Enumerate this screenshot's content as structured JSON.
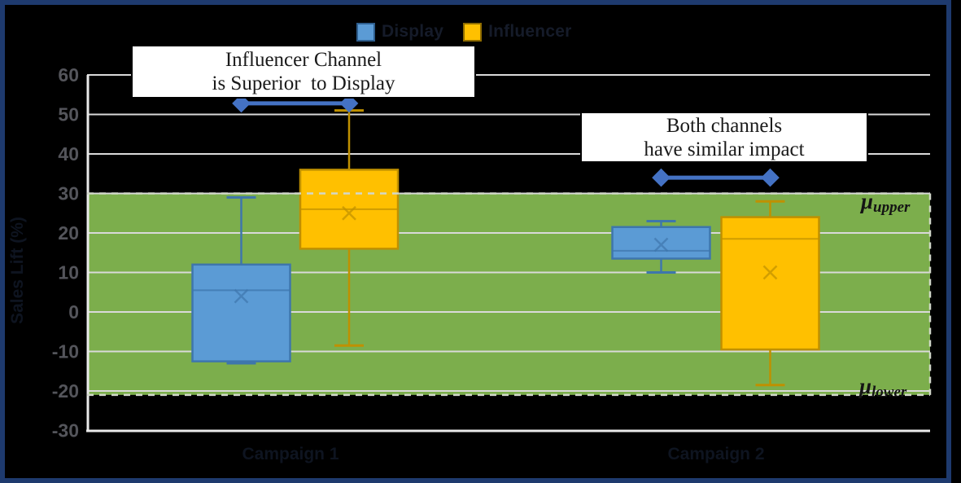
{
  "figure": {
    "background": "#000000",
    "border_color": "#1E3A6E"
  },
  "legend": {
    "items": [
      {
        "label": "Display",
        "color": "#5B9BD5",
        "border": "#2E5E8E"
      },
      {
        "label": "Influencer",
        "color": "#FFC000",
        "border": "#8F6C00"
      }
    ]
  },
  "annotations": [
    {
      "line1": "Influencer Channel",
      "line2": "is Superior  to Display"
    },
    {
      "line1": "Both channels",
      "line2": "have similar impact"
    }
  ],
  "chart_data": {
    "type": "boxplot",
    "title": "",
    "categories": [
      "Campaign 1",
      "Campaign 2"
    ],
    "ylabel": "Sales Lift (%)",
    "ylim": [
      -30,
      60
    ],
    "yticks": [
      60,
      50,
      40,
      30,
      20,
      10,
      0,
      -10,
      -20,
      -30
    ],
    "grid": true,
    "gridline_color": "#D9D9D9",
    "axis_line_color": "#EAEAEA",
    "tick_label_color": "#54555B",
    "series": [
      {
        "name": "Display",
        "fill": "#5B9BD5",
        "stroke": "#3E76AC",
        "boxes": [
          {
            "low": -13,
            "q1": -12.5,
            "median": 5.5,
            "q3": 12,
            "high": 29,
            "mean": 4
          },
          {
            "low": 10,
            "q1": 13.5,
            "median": 15.5,
            "q3": 21.5,
            "high": 23,
            "mean": 17
          }
        ]
      },
      {
        "name": "Influencer",
        "fill": "#FFC000",
        "stroke": "#BF9000",
        "boxes": [
          {
            "low": -8.5,
            "q1": 16,
            "median": 26,
            "q3": 36,
            "high": 51,
            "mean": 25
          },
          {
            "low": -18.5,
            "q1": -9.5,
            "median": 18.5,
            "q3": 24,
            "high": 28,
            "mean": 10
          }
        ]
      }
    ],
    "reference_band": {
      "upper": 30,
      "lower": -21,
      "color": "#7CAE4C",
      "edge_dash_color": "#D2D8CA",
      "mu_symbol": "μ",
      "upper_subscript": "upper",
      "lower_subscript": "lower"
    },
    "significance_markers": [
      {
        "category_index": 0,
        "y_value": 52.8,
        "color": "#4472C4"
      },
      {
        "category_index": 1,
        "y_value": 34,
        "color": "#4472C4"
      }
    ]
  }
}
